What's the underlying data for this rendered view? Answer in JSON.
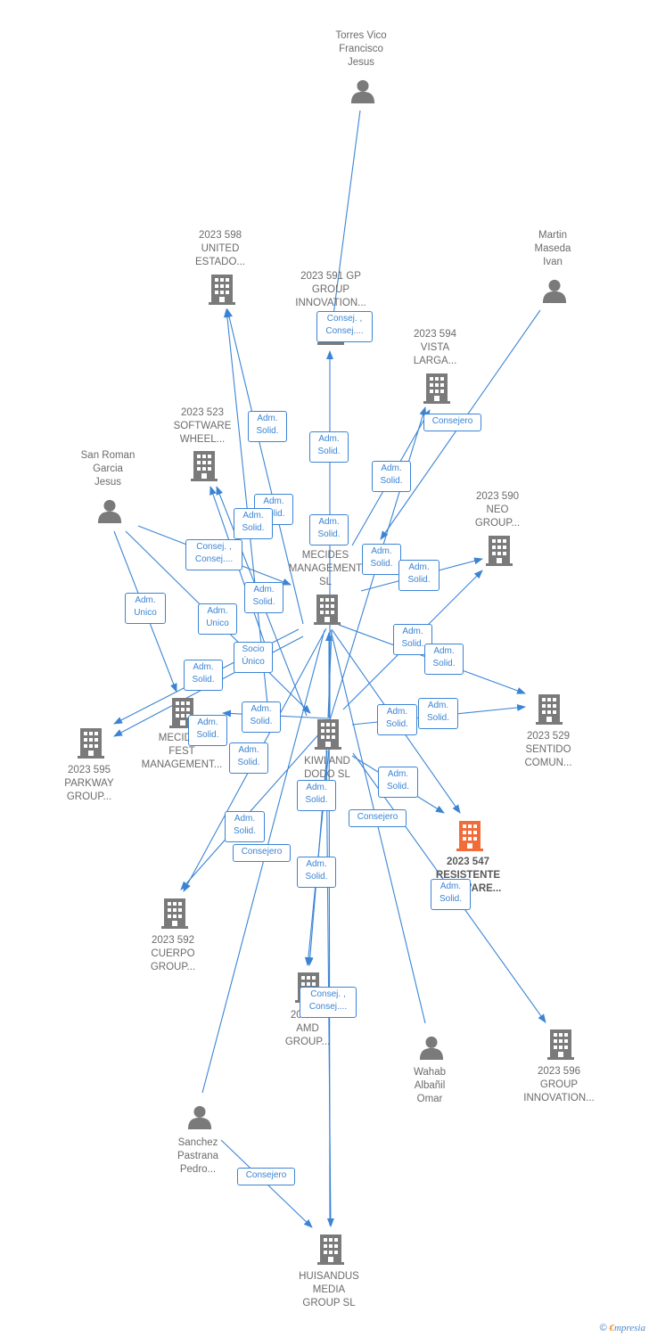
{
  "colors": {
    "edge": "#3b84d4",
    "node": "#7a7a7a",
    "highlight": "#f26c3a"
  },
  "nodes": [
    {
      "id": "torres",
      "type": "person",
      "label": "Torres Vico\nFrancisco\nJesus",
      "icon": "person-icon"
    },
    {
      "id": "n598",
      "type": "company",
      "label": "2023 598\nUNITED\nESTADO...",
      "icon": "building-icon"
    },
    {
      "id": "n591",
      "type": "company",
      "label": "2023 591 GP\nGROUP\nINNOVATION...",
      "icon": "building-icon"
    },
    {
      "id": "martin",
      "type": "person",
      "label": "Martin\nMaseda\nIvan",
      "icon": "person-icon"
    },
    {
      "id": "n594",
      "type": "company",
      "label": "2023 594\nVISTA\nLARGA...",
      "icon": "building-icon"
    },
    {
      "id": "n523",
      "type": "company",
      "label": "2023 523\nSOFTWARE\nWHEEL...",
      "icon": "building-icon"
    },
    {
      "id": "sanroman",
      "type": "person",
      "label": "San Roman\nGarcia\nJesus",
      "icon": "person-icon"
    },
    {
      "id": "n590",
      "type": "company",
      "label": "2023 590\nNEO\nGROUP...",
      "icon": "building-icon"
    },
    {
      "id": "mecides",
      "type": "company",
      "label": "MECIDES\nMANAGEMENT\nSL",
      "icon": "building-icon"
    },
    {
      "id": "n529",
      "type": "company",
      "label": "2023 529\nSENTIDO\nCOMUN...",
      "icon": "building-icon"
    },
    {
      "id": "mecidesfest",
      "type": "company",
      "label": "MECIDES\nFEST\nMANAGEMENT...",
      "icon": "building-icon"
    },
    {
      "id": "n595",
      "type": "company",
      "label": "2023 595\nPARKWAY\nGROUP...",
      "icon": "building-icon"
    },
    {
      "id": "kiwi",
      "type": "company",
      "label": "KIWI AND\nDODO  SL",
      "icon": "building-icon"
    },
    {
      "id": "n547",
      "type": "company",
      "label": "2023 547\nRESISTENTE\nSOFTWARE...",
      "icon": "building-icon",
      "highlight": true
    },
    {
      "id": "n592",
      "type": "company",
      "label": "2023 592\nCUERPO\nGROUP...",
      "icon": "building-icon"
    },
    {
      "id": "amd",
      "type": "company",
      "label": "2023 ...\nAMD\nGROUP...",
      "icon": "building-icon"
    },
    {
      "id": "wahab",
      "type": "person",
      "label": "Wahab\nAlbañil\nOmar",
      "icon": "person-icon"
    },
    {
      "id": "n596",
      "type": "company",
      "label": "2023 596\nGROUP\nINNOVATION...",
      "icon": "building-icon"
    },
    {
      "id": "sanchez",
      "type": "person",
      "label": "Sanchez\nPastrana\nPedro...",
      "icon": "person-icon"
    },
    {
      "id": "huisandus",
      "type": "company",
      "label": "HUISANDUS\nMEDIA\nGROUP  SL",
      "icon": "building-icon"
    }
  ],
  "edge_labels": [
    {
      "id": "e1",
      "text": "Consej. ,\nConsej...."
    },
    {
      "id": "e2",
      "text": "Consejero"
    },
    {
      "id": "e3",
      "text": "Adm.\nSolid."
    },
    {
      "id": "e4",
      "text": "Adm.\nSolid."
    },
    {
      "id": "e5",
      "text": "Adm.\nSolid."
    },
    {
      "id": "e6",
      "text": "Adm.\nSolid."
    },
    {
      "id": "e7",
      "text": "Adm.\nSolid."
    },
    {
      "id": "e8",
      "text": "Adm.\nSolid."
    },
    {
      "id": "e9",
      "text": "Consej. ,\nConsej...."
    },
    {
      "id": "e10",
      "text": "Adm.\nSolid."
    },
    {
      "id": "e11",
      "text": "Adm.\nSolid."
    },
    {
      "id": "e12",
      "text": "Adm.\nSolid."
    },
    {
      "id": "e13",
      "text": "Adm.\nUnico"
    },
    {
      "id": "e14",
      "text": "Adm.\nUnico"
    },
    {
      "id": "e15",
      "text": "Adm.\nSolid."
    },
    {
      "id": "e16",
      "text": "Socio\nÚnico"
    },
    {
      "id": "e17",
      "text": "Adm.\nSolid."
    },
    {
      "id": "e18",
      "text": "Adm.\nSolid."
    },
    {
      "id": "e19",
      "text": "Adm.\nSolid."
    },
    {
      "id": "e20",
      "text": "Adm.\nSolid."
    },
    {
      "id": "e21",
      "text": "Adm.\nSolid."
    },
    {
      "id": "e22",
      "text": "Adm.\nSolid."
    },
    {
      "id": "e23",
      "text": "Adm.\nSolid."
    },
    {
      "id": "e24",
      "text": "Adm.\nSolid."
    },
    {
      "id": "e25",
      "text": "Adm.\nSolid."
    },
    {
      "id": "e26",
      "text": "Consejero"
    },
    {
      "id": "e27",
      "text": "Adm.\nSolid."
    },
    {
      "id": "e28",
      "text": "Consejero"
    },
    {
      "id": "e29",
      "text": "Adm.\nSolid."
    },
    {
      "id": "e30",
      "text": "Adm.\nSolid."
    },
    {
      "id": "e31",
      "text": "Consej. ,\nConsej...."
    },
    {
      "id": "e32",
      "text": "Consejero"
    }
  ],
  "footer": {
    "copyright": "©",
    "brand_initial": "€",
    "brand_rest": "mpresia"
  }
}
